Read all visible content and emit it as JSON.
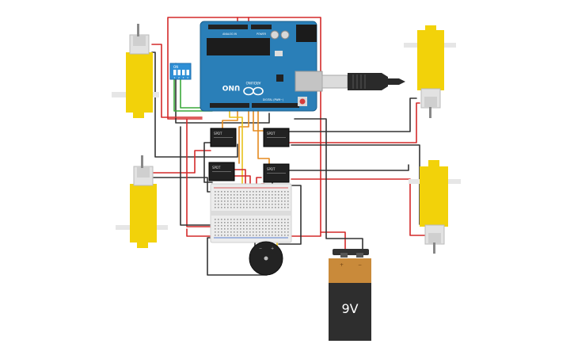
{
  "battery": {
    "label": "9V",
    "plus": "+",
    "minus": "−"
  },
  "arduino": {
    "model": "UNO",
    "brand": "ARDUINO",
    "analog": "ANALOG IN",
    "power": "POWER",
    "digital": "DIGITAL (PWM~)"
  },
  "dip_switch": {
    "label": "ON",
    "numbers": [
      "1",
      "2",
      "3",
      "4"
    ]
  },
  "relays": [
    {
      "label": "SPDT"
    },
    {
      "label": "SPDT"
    },
    {
      "label": "SPDT"
    },
    {
      "label": "SPDT"
    }
  ],
  "colors": {
    "wire_red": "#d42a2a",
    "wire_black": "#333333",
    "wire_orange": "#e58a1f",
    "wire_yellow": "#e8c21a",
    "wire_green": "#3aa83a",
    "motor_yellow": "#f2d20a",
    "arduino_blue": "#2a7fb8"
  }
}
